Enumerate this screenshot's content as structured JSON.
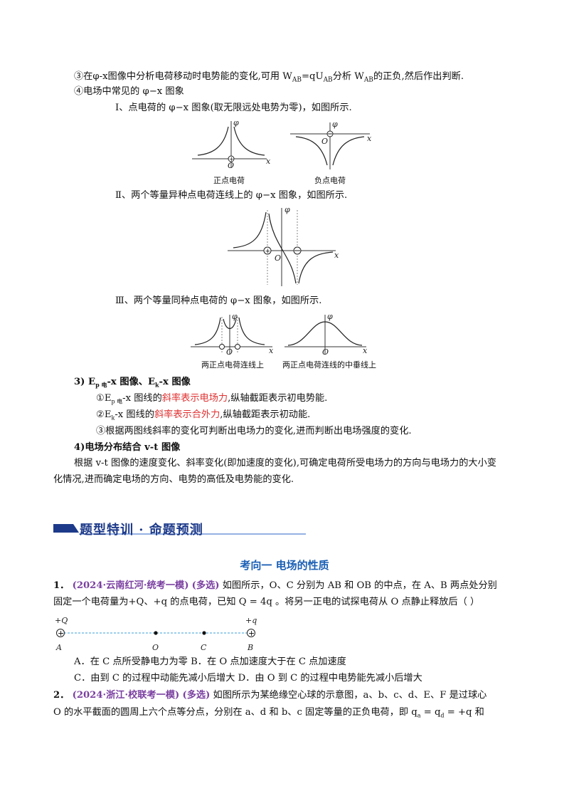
{
  "lines": {
    "p3": "③在φ-x图像中分析电荷移动时电势能的变化,可用 W",
    "p3_sub1": "AB",
    "p3_mid": "=qU",
    "p3_sub2": "AB",
    "p3_mid2": "分析 W",
    "p3_sub3": "AB",
    "p3_end": "的正负,然后作出判断.",
    "p4": "④电场中常见的 φ−x 图象",
    "s1": "Ⅰ、点电荷的 φ−x 图象(取无限远处电势为零)，如图所示.",
    "s2": "Ⅱ、两个等量异种点电荷连线上的 φ−x 图象，如图所示.",
    "s3": "Ⅲ、两个等量同种点电荷的 φ−x 图象，如图所示.",
    "h3": "3)   E",
    "h3_sub": "p 电",
    "h3_rest": "-x 图像、E",
    "h3_sub2": "k",
    "h3_end": "-x 图像",
    "r1_a": "①E",
    "r1_sub": "p 电",
    "r1_b": "-x 图线的",
    "r1_red": "斜率表示电场力",
    "r1_c": ",纵轴截距表示初电势能.",
    "r2_a": "②E",
    "r2_sub": "k",
    "r2_b": "-x 图线的",
    "r2_red": "斜率表示合外力",
    "r2_c": ",纵轴截距表示初动能.",
    "r3": "③根据两图线斜率的变化可判断出电场力的变化,进而判断出电场强度的变化.",
    "h4": "4)电场分布结合 v-t 图像",
    "p5a": "根据 v-t 图像的速度变化、斜率变化(即加速度的变化),可确定电荷所受电场力的方向与电场力的大小变",
    "p5b": "化情况,进而确定电场的方向、电势的高低及电势能的变化."
  },
  "captions": {
    "pos": "正点电荷",
    "neg": "负点电荷",
    "line_same": "两正点电荷连线上",
    "perp_same": "两正点电荷连线的中垂线上"
  },
  "banner": "题型特训 · 命题预测",
  "section_title": "考向一  电场的性质",
  "q1": {
    "num": "1．",
    "source": "(2024·云南红河·统考一模)",
    "multi": "(多选)",
    "text1": "如图所示，O、C 分别为 AB 和 OB 的中点，在 A、B 两点处分别",
    "text2": "固定一个电荷量为+Q、+q 的点电荷，已知 Q = 4q 。将另一正电的试探电荷从 O 点静止释放后（      ）",
    "labels": {
      "Q": "+Q",
      "q": "+q",
      "A": "A",
      "O": "O",
      "C": "C",
      "B": "B"
    },
    "optA": "A．在 C 点所受静电力为零 B．在 O 点加速度大于在 C 点加速度",
    "optC": "C．由到 C 的过程中动能先减小后增大 D．由 O 到 C 的过程中电势能先减小后增大"
  },
  "q2": {
    "num": "2．",
    "source": "(2024·浙江·校联考一模)",
    "multi": "(多选)",
    "text1": "如图所示为某绝缘空心球的示意图，a、b、c、d、E、F 是过球心",
    "text2": "O 的水平截面的圆周上六个点等分点，分别在 a、d 和 b、c 固定等量的正负电荷，即 q",
    "sub": "a",
    "eq": " = q",
    "sub2": "d",
    "end": " = +q 和"
  },
  "graph_labels": {
    "phi": "φ",
    "x": "x",
    "O": "O"
  },
  "colors": {
    "banner_dark": "#1d3a8a",
    "banner_line": "#2b63c6",
    "title_blue": "#1a5fb4",
    "red": "#e03030",
    "purple": "#7a3fa0",
    "dash": "#3aa0d8"
  }
}
